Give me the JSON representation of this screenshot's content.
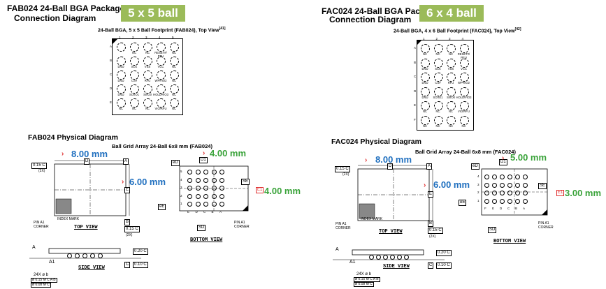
{
  "left": {
    "package_title": "FAB024 24-Ball BGA Package",
    "connection_title": "Connection Diagram",
    "badge": "5 x 5 ball",
    "footprint_title": "24-Ball BGA, 5 x 5 Ball Footprint (FAB024), Top View",
    "footprint_ref": "[41]",
    "cols": [
      "1",
      "2",
      "3",
      "4",
      "5"
    ],
    "rows": [
      "A",
      "B",
      "C",
      "D",
      "E"
    ],
    "grid": [
      [
        "",
        "NC",
        "NC",
        "RESET#/ RFU",
        "NC"
      ],
      [
        "DNU",
        "SCK",
        "VSS",
        "VCC",
        "NC"
      ],
      [
        "DNU",
        "CS#",
        "RFU",
        "WP#/IO2",
        "NC"
      ],
      [
        "DNU",
        "SO/IO1",
        "SI/IO0",
        "HOLD#/IO3",
        "NC"
      ],
      [
        "NC",
        "NC",
        "NC",
        "VIO/RFU",
        "NC"
      ]
    ],
    "physical_title": "FAB024 Physical Diagram",
    "physical_subtitle": "Ball Grid Array 24-Ball 6x8 mm (FAB024)",
    "dim_width": "8.00 mm",
    "dim_height": "6.00 mm",
    "dim_bottom_w": "4.00 mm",
    "dim_bottom_h": "4.00 mm",
    "top_view": "TOP VIEW",
    "bottom_view": "BOTTOM VIEW",
    "side_view": "SIDE VIEW",
    "index_mark": "INDEX MARK",
    "pin_a1_corner": "PIN A1 CORNER",
    "bottom_rows": [
      "5",
      "4",
      "3",
      "2",
      "1"
    ],
    "bottom_cols": [
      "E",
      "D",
      "C",
      "B",
      "A"
    ]
  },
  "right": {
    "package_title": "FAC024 24-Ball BGA Package",
    "connection_title": "Connection Diagram",
    "badge": "6 x 4 ball",
    "footprint_title": "24-Ball BGA, 4 x 6 Ball Footprint (FAC024), Top View",
    "footprint_ref": "[42]",
    "cols": [
      "1",
      "2",
      "3",
      "4"
    ],
    "rows": [
      "A",
      "B",
      "C",
      "D",
      "E",
      "F"
    ],
    "grid": [
      [
        "NC",
        "NC",
        "NC",
        "RESET#/ RFU"
      ],
      [
        "DNU",
        "SCK",
        "VSS",
        "VCC"
      ],
      [
        "DNU",
        "CS#",
        "RFU",
        "WP#/IO2"
      ],
      [
        "DNU",
        "SO/IO1",
        "SI/IO0",
        "HOLD#/IO3"
      ],
      [
        "NC",
        "NC",
        "NC",
        "VIO/RFU"
      ],
      [
        "NC",
        "NC",
        "NC",
        "NC"
      ]
    ],
    "physical_title": "FAC024 Physical Diagram",
    "physical_subtitle": "Ball Grid Array 24-Ball 6x8 mm (FAC024)",
    "dim_width": "8.00 mm",
    "dim_height": "6.00 mm",
    "dim_bottom_w": "5.00 mm",
    "dim_bottom_h": "3.00 mm",
    "top_view": "TOP VIEW",
    "bottom_view": "BOTTOM VIEW",
    "side_view": "SIDE VIEW",
    "index_mark": "INDEX MARK",
    "pin_a1_corner": "PIN A1 CORNER",
    "bottom_rows": [
      "4",
      "3",
      "2",
      "1"
    ],
    "bottom_cols": [
      "F",
      "E",
      "D",
      "C",
      "B",
      "A"
    ]
  },
  "labels": {
    "d": "D",
    "e": "E",
    "d1": "D1",
    "e1": "E1",
    "ed": "eD",
    "ee": "eE",
    "sd": "SD",
    "se": "SE",
    "a": "A",
    "b": "B",
    "c": "C",
    "a1": "A1",
    "tol_top": "0.15 C",
    "tol_2x": "(2X)",
    "tol_side_top": "0.20 C",
    "tol_side_bot": "0.10 C",
    "ball_count": "24X ø b",
    "tol_b1": "ø 0.15 M C A B",
    "tol_b2": "ø 0.08 M C",
    "note6": "6",
    "note7": "7",
    "note4": "4"
  }
}
